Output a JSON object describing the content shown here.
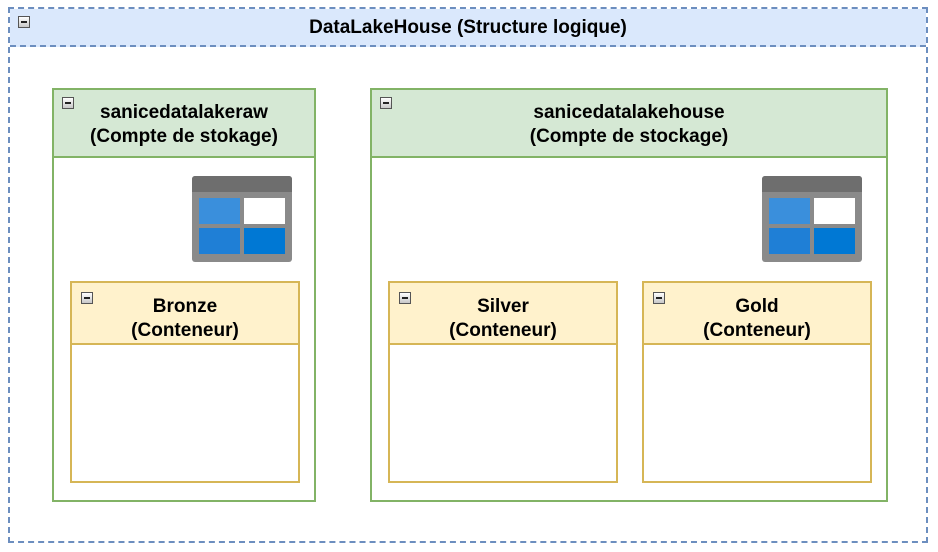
{
  "root": {
    "title": "DataLakeHouse (Structure logique)"
  },
  "accounts": [
    {
      "name": "sanicedatalakeraw",
      "subtitle": "(Compte de stokage)",
      "containers": [
        {
          "name": "Bronze",
          "subtitle": "(Conteneur)"
        }
      ]
    },
    {
      "name": "sanicedatalakehouse",
      "subtitle": "(Compte de stockage)",
      "containers": [
        {
          "name": "Silver",
          "subtitle": "(Conteneur)"
        },
        {
          "name": "Gold",
          "subtitle": "(Conteneur)"
        }
      ]
    }
  ],
  "icons": {
    "collapse": "collapse-icon",
    "storage": "storage-account-icon"
  },
  "colors": {
    "root_fill": "#dae8fc",
    "root_stroke": "#6c8ebf",
    "account_fill": "#d5e8d4",
    "account_stroke": "#82b366",
    "container_fill": "#fff2cc",
    "container_stroke": "#d6b656",
    "storage_blue": "#0078d4",
    "storage_light_blue": "#3a8fdc",
    "storage_gray": "#808080"
  }
}
